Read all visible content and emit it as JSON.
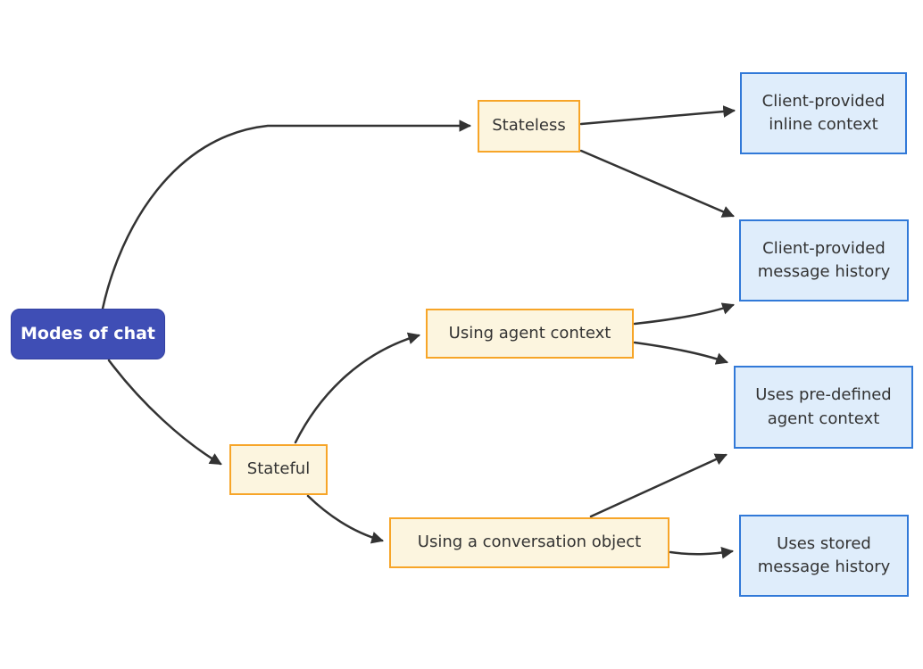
{
  "diagram_type": "flowchart",
  "nodes": {
    "modes": {
      "label": "Modes of chat",
      "role": "root"
    },
    "stateless": {
      "label": "Stateless",
      "role": "branch"
    },
    "stateful": {
      "label": "Stateful",
      "role": "branch"
    },
    "agent_context": {
      "label": "Using agent context",
      "role": "branch"
    },
    "conversation": {
      "label": "Using a conversation object",
      "role": "branch"
    },
    "inline_context": {
      "label": "Client-provided inline context",
      "role": "leaf"
    },
    "message_history": {
      "label": "Client-provided message history",
      "role": "leaf"
    },
    "predefined_context": {
      "label": "Uses pre-defined agent context",
      "role": "leaf"
    },
    "stored_history": {
      "label": "Uses stored message history",
      "role": "leaf"
    }
  },
  "edges": [
    {
      "from": "modes",
      "to": "stateless"
    },
    {
      "from": "modes",
      "to": "stateful"
    },
    {
      "from": "stateless",
      "to": "inline_context"
    },
    {
      "from": "stateless",
      "to": "message_history"
    },
    {
      "from": "stateful",
      "to": "agent_context"
    },
    {
      "from": "stateful",
      "to": "conversation"
    },
    {
      "from": "agent_context",
      "to": "message_history"
    },
    {
      "from": "agent_context",
      "to": "predefined_context"
    },
    {
      "from": "conversation",
      "to": "predefined_context"
    },
    {
      "from": "conversation",
      "to": "stored_history"
    }
  ],
  "colors": {
    "root_fill": "#3F4EB5",
    "root_stroke": "#3240A0",
    "root_text": "#FFFFFF",
    "branch_fill": "#FCF5DF",
    "branch_stroke": "#F7A528",
    "leaf_fill": "#DFEDFB",
    "leaf_stroke": "#3179D8",
    "edge": "#333333",
    "text": "#333333",
    "background": "#FFFFFF"
  }
}
